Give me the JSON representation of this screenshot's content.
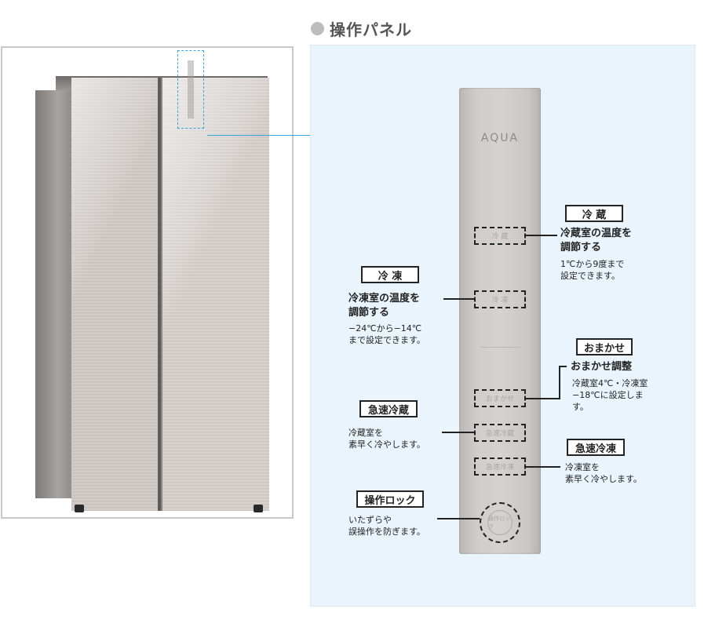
{
  "section": {
    "title": "操作パネル"
  },
  "panel": {
    "logo": "AQUA",
    "buttons": {
      "reizo": "冷 蔵",
      "reito": "冷 凍",
      "omakase": "おまかせ",
      "kyusoku_reizo": "急速冷蔵",
      "kyusoku_reito": "急速冷凍",
      "lock": "操作ロック"
    }
  },
  "features": {
    "reizo": {
      "label": "冷 蔵",
      "title_line1": "冷蔵室の温度を",
      "title_line2": "調節する",
      "desc_line1": "1℃から9度まで",
      "desc_line2": "設定できます。"
    },
    "reito": {
      "label": "冷 凍",
      "title_line1": "冷凍室の温度を",
      "title_line2": "調節する",
      "desc_line1": "−24℃から−14℃",
      "desc_line2": "まで設定できます。"
    },
    "omakase": {
      "label": "おまかせ",
      "title": "おまかせ調整",
      "desc_line1": "冷蔵室4℃・冷凍室",
      "desc_line2": "−18℃に設定しま",
      "desc_line3": "す。"
    },
    "kyusoku_reizo": {
      "label": "急速冷蔵",
      "desc_line1": "冷蔵室を",
      "desc_line2": "素早く冷やします。"
    },
    "kyusoku_reito": {
      "label": "急速冷凍",
      "desc_line1": "冷凍室を",
      "desc_line2": "素早く冷やします。"
    },
    "lock": {
      "label": "操作ロック",
      "desc_line1": "いたずらや",
      "desc_line2": "誤操作を防ぎます。"
    }
  },
  "colors": {
    "accent_line": "#3aa5d8",
    "panel_background": "#eaf4fd"
  }
}
